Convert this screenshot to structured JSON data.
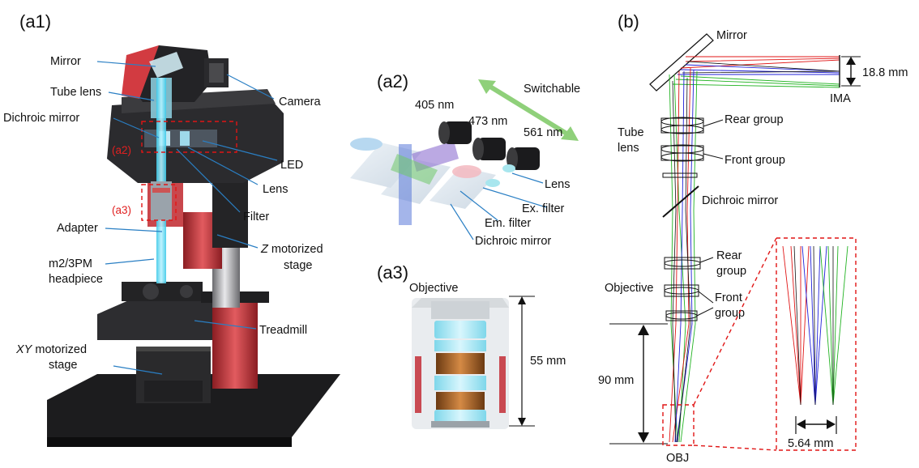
{
  "panels": {
    "a1": "(a1)",
    "a2": "(a2)",
    "a3": "(a3)",
    "b": "(b)"
  },
  "a1": {
    "mirror": "Mirror",
    "tube_lens": "Tube lens",
    "dichroic_mirror": "Dichroic mirror",
    "camera": "Camera",
    "led": "LED",
    "lens": "Lens",
    "filter": "Filter",
    "inset_a2": "(a2)",
    "inset_a3": "(a3)",
    "adapter": "Adapter",
    "z_stage_italic": "Z",
    "z_stage_rest": " motorized",
    "z_stage_line2": "stage",
    "headpiece_line1": "m2/3PM",
    "headpiece_line2": "headpiece",
    "treadmill": "Treadmill",
    "xy_stage_italic": "XY",
    "xy_stage_rest": " motorized",
    "xy_stage_line2": "stage"
  },
  "a2": {
    "switchable": "Switchable",
    "wl_405": "405 nm",
    "wl_473": "473 nm",
    "wl_561": "561 nm",
    "lens": "Lens",
    "ex_filter": "Ex. filter",
    "em_filter": "Em. filter",
    "dichroic_mirror": "Dichroic mirror"
  },
  "a3": {
    "objective": "Objective",
    "length": "55 mm"
  },
  "b": {
    "mirror": "Mirror",
    "ima_size": "18.8 mm",
    "ima": "IMA",
    "tube_lens_line1": "Tube",
    "tube_lens_line2": "lens",
    "rear_group": "Rear group",
    "front_group": "Front group",
    "dichroic_mirror": "Dichroic mirror",
    "obj_rear_line1": "Rear",
    "obj_rear_line2": "group",
    "objective": "Objective",
    "obj_front_line1": "Front",
    "obj_front_line2": "group",
    "working_distance": "90 mm",
    "obj": "OBJ",
    "spot_spacing": "5.64 mm"
  },
  "colors": {
    "callout_line": "#2a7fc4",
    "inset_red": "#e02020",
    "ray_red": "#e01515",
    "ray_green": "#22b322",
    "ray_blue": "#2020d8",
    "stage_red": "#d8464a",
    "body_dark": "#2b2b2e"
  }
}
